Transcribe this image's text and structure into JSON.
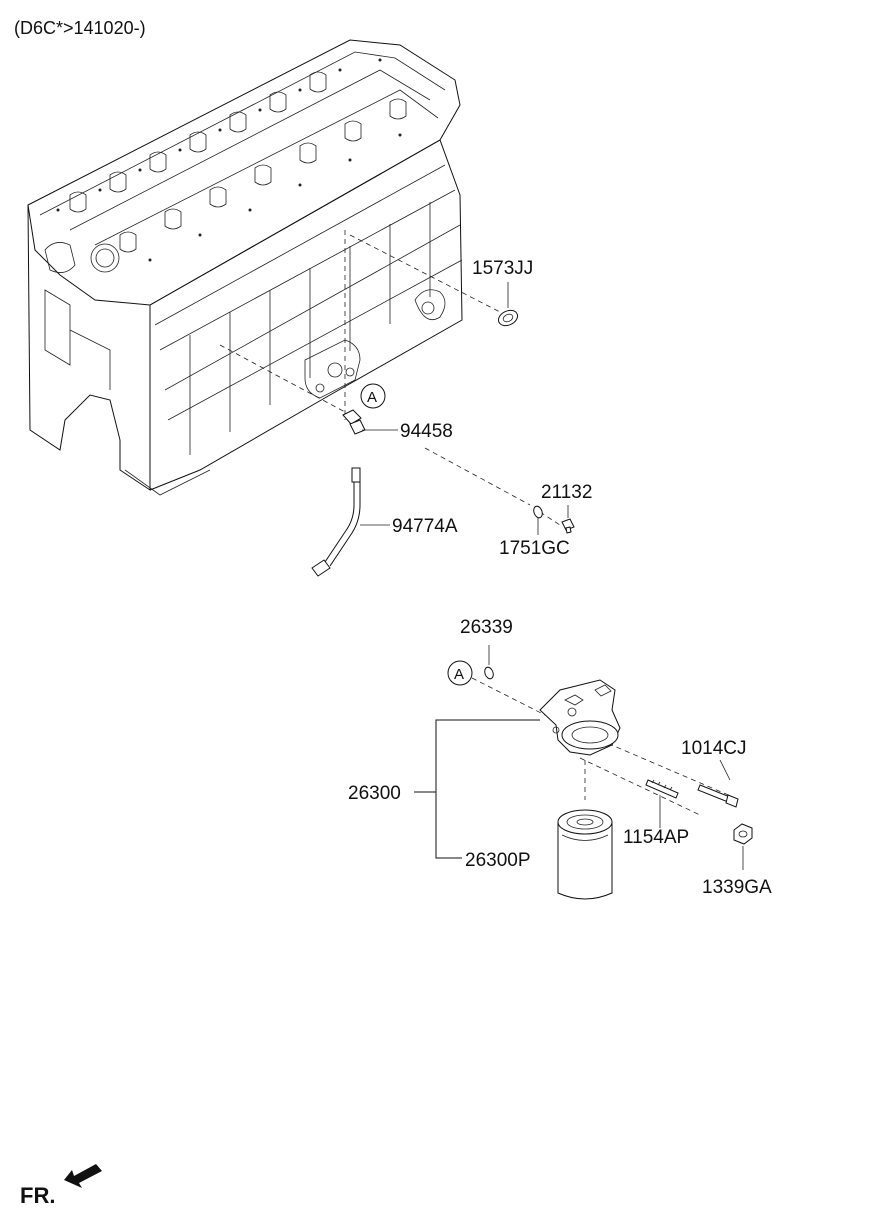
{
  "header": {
    "model_code": "(D6C*>141020-)"
  },
  "parts": {
    "p1573JJ": "1573JJ",
    "p94458": "94458",
    "p21132": "21132",
    "p94774A": "94774A",
    "p1751GC": "1751GC",
    "p26339": "26339",
    "p1014CJ": "1014CJ",
    "p26300": "26300",
    "p1154AP": "1154AP",
    "p26300P": "26300P",
    "p1339GA": "1339GA"
  },
  "callouts": {
    "ref_a_upper": "A",
    "ref_a_lower": "A"
  },
  "footer": {
    "front_label": "FR."
  }
}
